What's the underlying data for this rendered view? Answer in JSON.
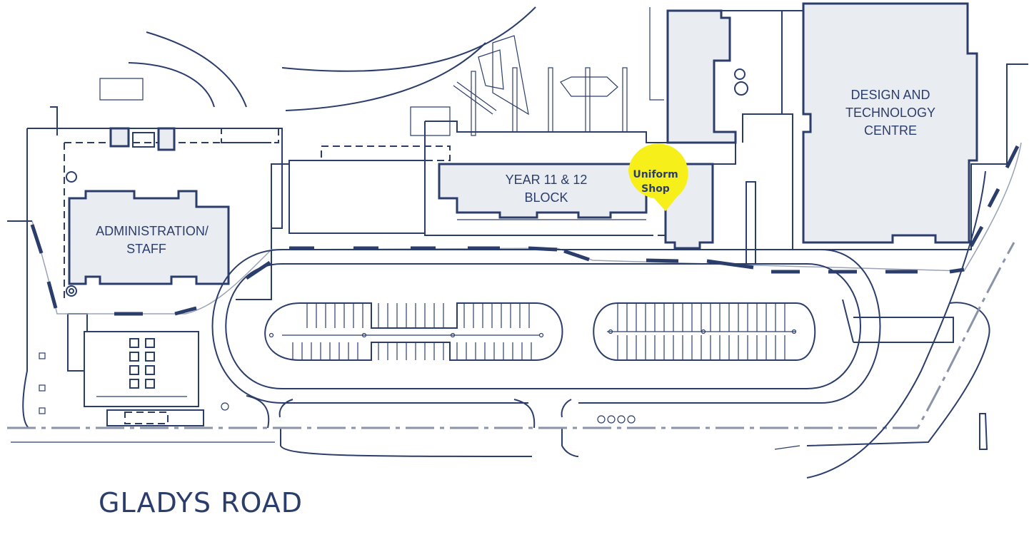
{
  "buildings": {
    "administration": [
      "ADMINISTRATION/",
      "STAFF"
    ],
    "year_block": [
      "YEAR 11 & 12",
      "BLOCK"
    ],
    "design_tech": [
      "DESIGN AND",
      "TECHNOLOGY",
      "CENTRE"
    ]
  },
  "marker": {
    "lines": [
      "Uniform",
      "Shop"
    ],
    "color": "#f7ef1a"
  },
  "road": {
    "name": "GLADYS ROAD"
  },
  "colors": {
    "ink": "#2b3d6b",
    "building_fill": "#e9ecf1"
  }
}
